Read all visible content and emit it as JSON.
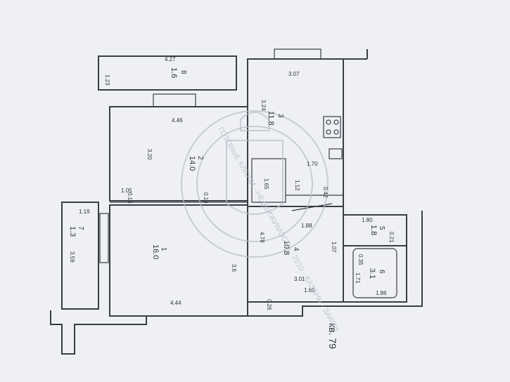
{
  "plan": {
    "apartment_label": "кв. 79",
    "rooms": [
      {
        "number": "1",
        "area": "16.0"
      },
      {
        "number": "2",
        "area": "14.0"
      },
      {
        "number": "3",
        "area": "11.8"
      },
      {
        "number": "4",
        "area": "10.8"
      },
      {
        "number": "5",
        "area": "1.8"
      },
      {
        "number": "6",
        "area": "3.1"
      },
      {
        "number": "7",
        "area": "1.3"
      },
      {
        "number": "8",
        "area": "1.6"
      }
    ],
    "dimensions": [
      "4.27",
      "1.23",
      "3.07",
      "3.24",
      "4.46",
      "3.20",
      "1.70",
      "1.05",
      "0.13",
      "0.13",
      "1.65",
      "1.12",
      "0.42",
      "1.19",
      "3.59",
      "1.80",
      "0.21",
      "1.88",
      "1.07",
      "4.78",
      "3.6",
      "0.35",
      "1.71",
      "3.01",
      "1.65",
      "1.86",
      "0.26",
      "4.44"
    ]
  },
  "watermark": {
    "text": "ГОТОВЫЕ КЛЮЧИ · НЕДВИЖИМОСТЬ · 2010 · КАЗАНЬ · ЗАКОН"
  }
}
